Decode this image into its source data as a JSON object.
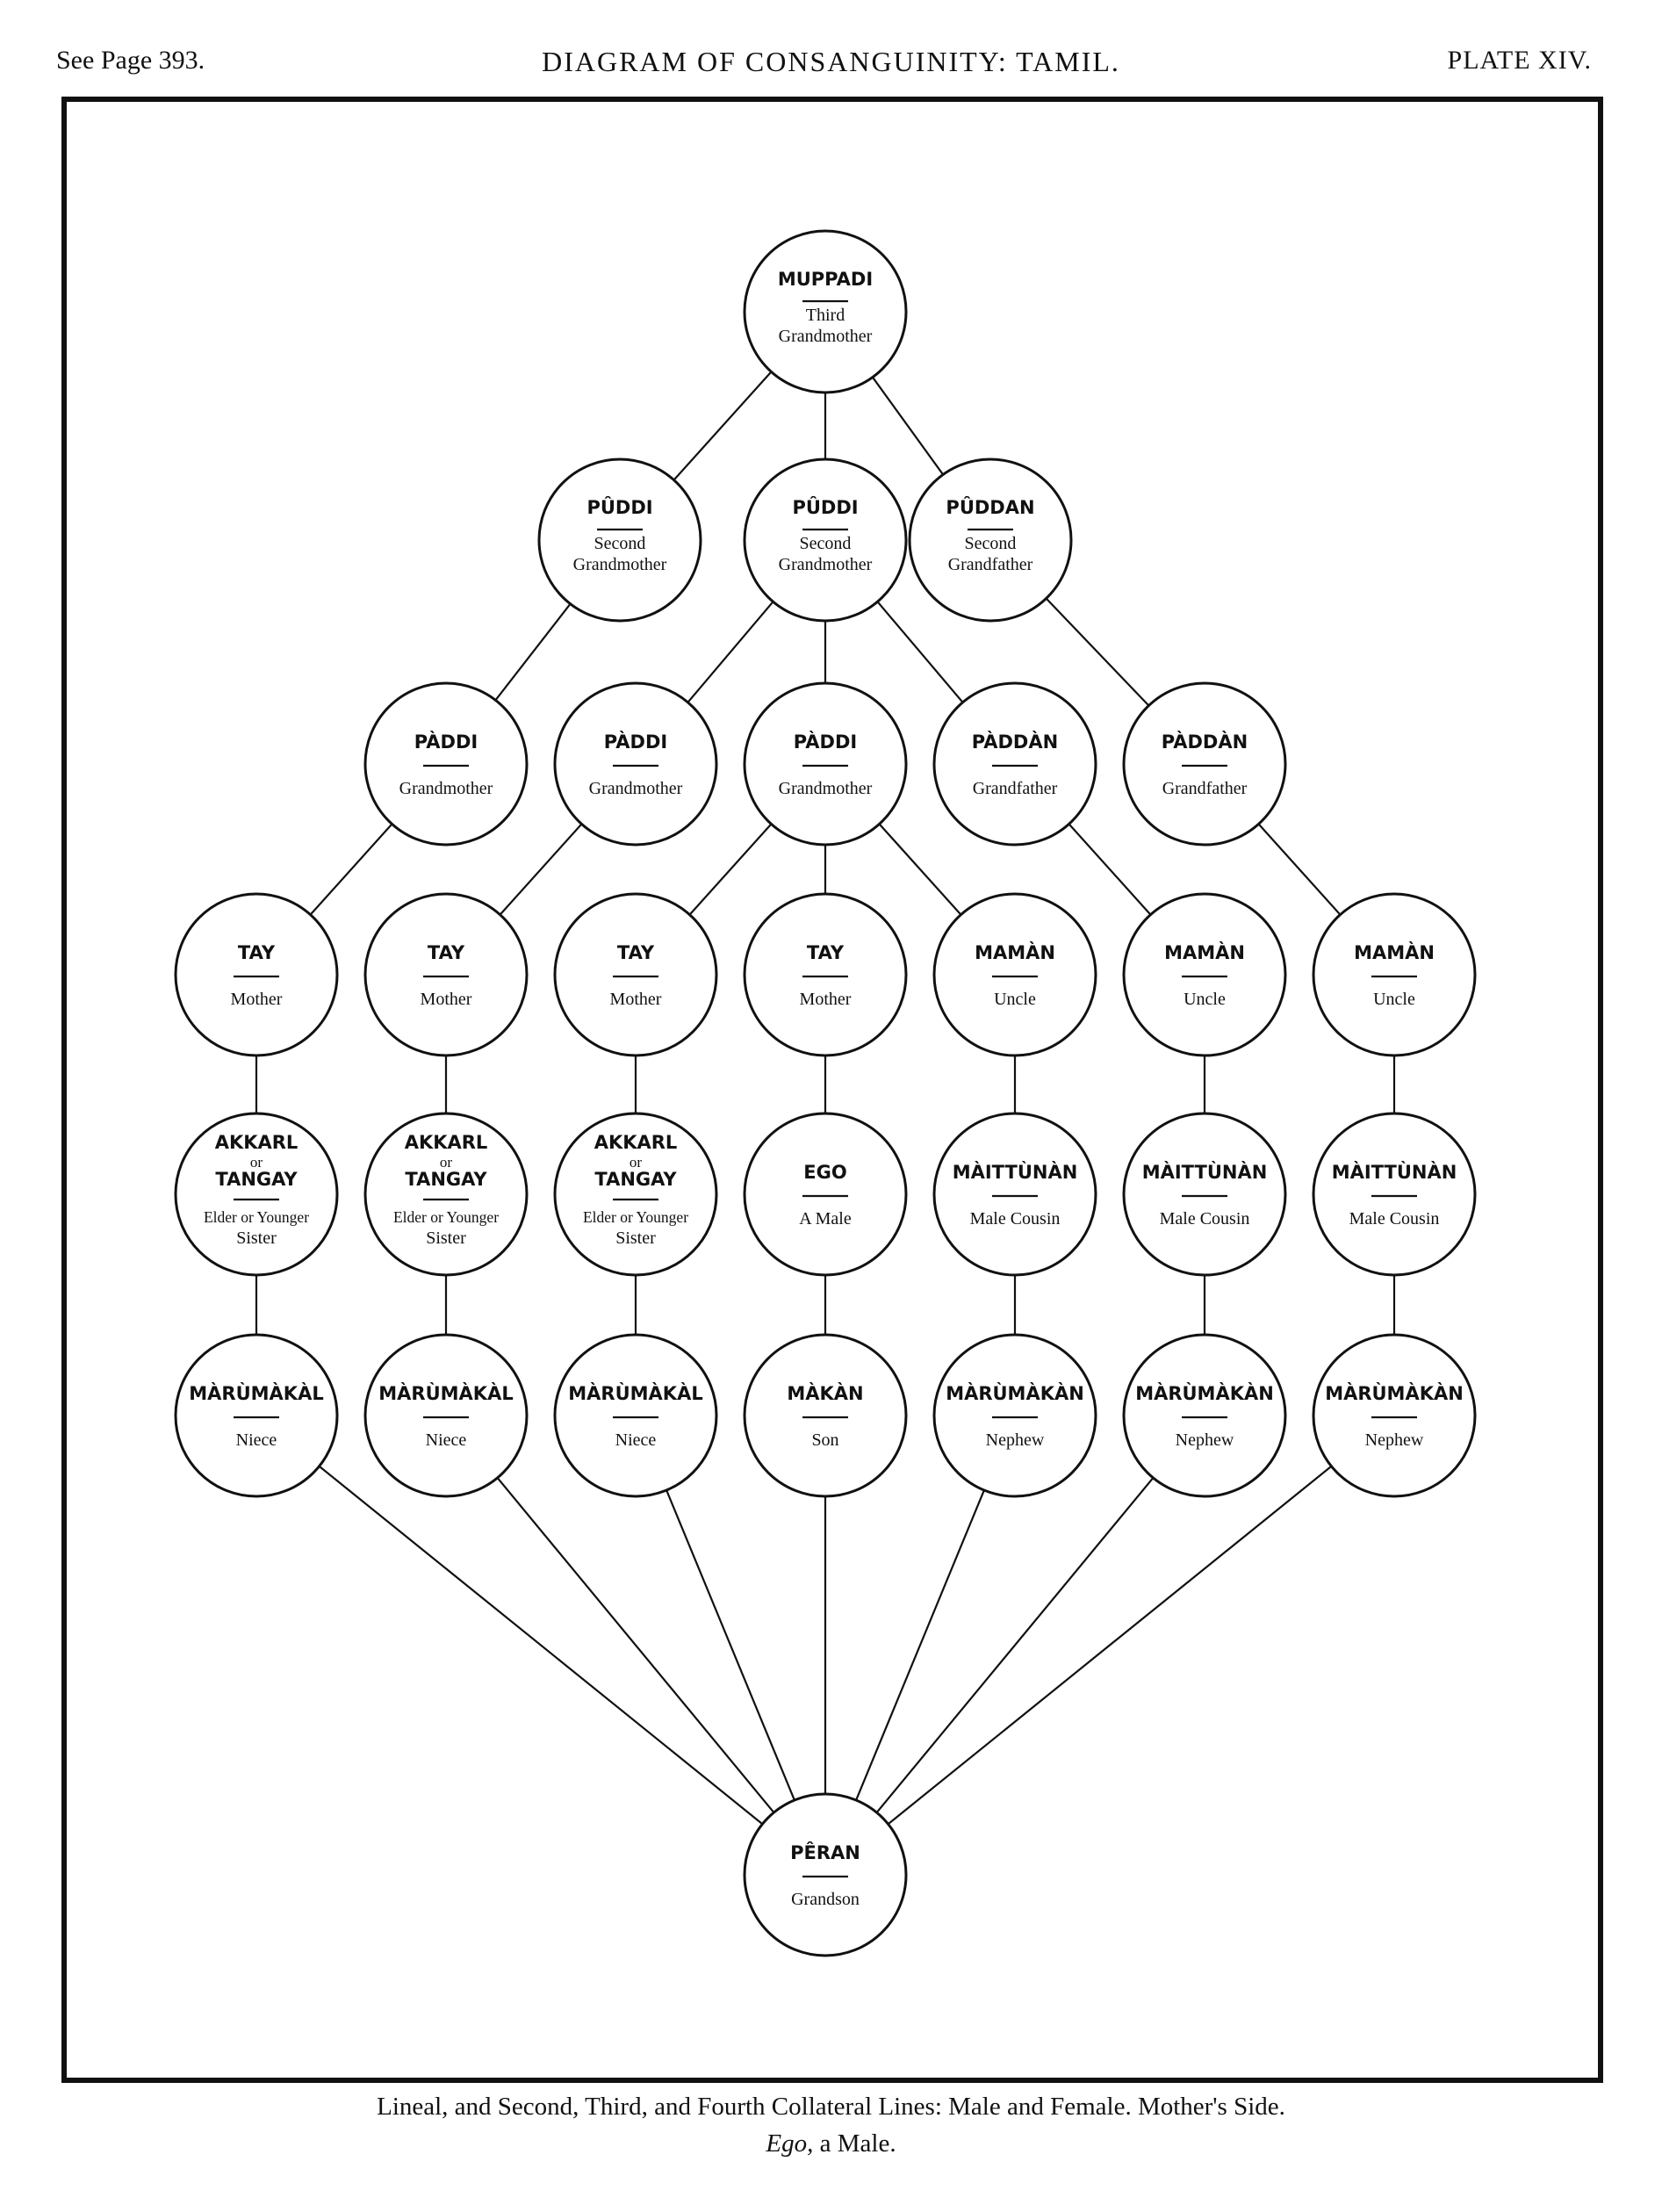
{
  "header": {
    "left": "See Page 393.",
    "center": "DIAGRAM OF CONSANGUINITY: TAMIL.",
    "right": "PLATE XIV."
  },
  "caption": {
    "line1": "Lineal, and Second, Third, and Fourth Collateral Lines: Male and Female.   Mother's Side.",
    "line2_ego": "Ego,",
    "line2_rest": " a Male."
  },
  "nodes": [
    {
      "id": "n1",
      "title": [
        "MUPPADI"
      ],
      "sub": [
        "Third",
        "Grandmother"
      ]
    },
    {
      "id": "n2a",
      "title": [
        "PÛDDI"
      ],
      "sub": [
        "Second",
        "Grandmother"
      ]
    },
    {
      "id": "n2b",
      "title": [
        "PÛDDI"
      ],
      "sub": [
        "Second",
        "Grandmother"
      ]
    },
    {
      "id": "n2c",
      "title": [
        "PÛDDAN"
      ],
      "sub": [
        "Second",
        "Grandfather"
      ]
    },
    {
      "id": "n3a",
      "title": [
        "PÀDDI"
      ],
      "sub": [
        "Grandmother"
      ]
    },
    {
      "id": "n3b",
      "title": [
        "PÀDDI"
      ],
      "sub": [
        "Grandmother"
      ]
    },
    {
      "id": "n3c",
      "title": [
        "PÀDDI"
      ],
      "sub": [
        "Grandmother"
      ]
    },
    {
      "id": "n3d",
      "title": [
        "PÀDDÀN"
      ],
      "sub": [
        "Grandfather"
      ]
    },
    {
      "id": "n3e",
      "title": [
        "PÀDDÀN"
      ],
      "sub": [
        "Grandfather"
      ]
    },
    {
      "id": "n4a",
      "title": [
        "TAY"
      ],
      "sub": [
        "Mother"
      ]
    },
    {
      "id": "n4b",
      "title": [
        "TAY"
      ],
      "sub": [
        "Mother"
      ]
    },
    {
      "id": "n4c",
      "title": [
        "TAY"
      ],
      "sub": [
        "Mother"
      ]
    },
    {
      "id": "n4d",
      "title": [
        "TAY"
      ],
      "sub": [
        "Mother"
      ]
    },
    {
      "id": "n4e",
      "title": [
        "MAMÀN"
      ],
      "sub": [
        "Uncle"
      ]
    },
    {
      "id": "n4f",
      "title": [
        "MAMÀN"
      ],
      "sub": [
        "Uncle"
      ]
    },
    {
      "id": "n4g",
      "title": [
        "MAMÀN"
      ],
      "sub": [
        "Uncle"
      ]
    },
    {
      "id": "n5a",
      "title": [
        "AKKARL",
        "or",
        "TANGAY"
      ],
      "sub": [
        "Elder or Younger",
        "Sister"
      ]
    },
    {
      "id": "n5b",
      "title": [
        "AKKARL",
        "or",
        "TANGAY"
      ],
      "sub": [
        "Elder or Younger",
        "Sister"
      ]
    },
    {
      "id": "n5c",
      "title": [
        "AKKARL",
        "or",
        "TANGAY"
      ],
      "sub": [
        "Elder or Younger",
        "Sister"
      ]
    },
    {
      "id": "n5d",
      "title": [
        "EGO"
      ],
      "sub": [
        "A Male"
      ]
    },
    {
      "id": "n5e",
      "title": [
        "MÀITTÙNÀN"
      ],
      "sub": [
        "Male Cousin"
      ]
    },
    {
      "id": "n5f",
      "title": [
        "MÀITTÙNÀN"
      ],
      "sub": [
        "Male Cousin"
      ]
    },
    {
      "id": "n5g",
      "title": [
        "MÀITTÙNÀN"
      ],
      "sub": [
        "Male Cousin"
      ]
    },
    {
      "id": "n6a",
      "title": [
        "MÀRÙMÀKÀL"
      ],
      "sub": [
        "Niece"
      ]
    },
    {
      "id": "n6b",
      "title": [
        "MÀRÙMÀKÀL"
      ],
      "sub": [
        "Niece"
      ]
    },
    {
      "id": "n6c",
      "title": [
        "MÀRÙMÀKÀL"
      ],
      "sub": [
        "Niece"
      ]
    },
    {
      "id": "n6d",
      "title": [
        "MÀKÀN"
      ],
      "sub": [
        "Son"
      ]
    },
    {
      "id": "n6e",
      "title": [
        "MÀRÙMÀKÀN"
      ],
      "sub": [
        "Nephew"
      ]
    },
    {
      "id": "n6f",
      "title": [
        "MÀRÙMÀKÀN"
      ],
      "sub": [
        "Nephew"
      ]
    },
    {
      "id": "n6g",
      "title": [
        "MÀRÙMÀKÀN"
      ],
      "sub": [
        "Nephew"
      ]
    },
    {
      "id": "n7",
      "title": [
        "PÊRAN"
      ],
      "sub": [
        "Grandson"
      ]
    }
  ],
  "edges": [
    [
      "n1",
      "n2a"
    ],
    [
      "n1",
      "n2b"
    ],
    [
      "n1",
      "n2c"
    ],
    [
      "n2a",
      "n3a"
    ],
    [
      "n2b",
      "n3b"
    ],
    [
      "n2b",
      "n3c"
    ],
    [
      "n2b",
      "n3d"
    ],
    [
      "n2c",
      "n3e"
    ],
    [
      "n3a",
      "n4a"
    ],
    [
      "n3b",
      "n4b"
    ],
    [
      "n3c",
      "n4c"
    ],
    [
      "n3c",
      "n4d"
    ],
    [
      "n3c",
      "n4e"
    ],
    [
      "n3d",
      "n4f"
    ],
    [
      "n3e",
      "n4g"
    ],
    [
      "n4a",
      "n5a"
    ],
    [
      "n4b",
      "n5b"
    ],
    [
      "n4c",
      "n5c"
    ],
    [
      "n4d",
      "n5d"
    ],
    [
      "n4e",
      "n5e"
    ],
    [
      "n4f",
      "n5f"
    ],
    [
      "n4g",
      "n5g"
    ],
    [
      "n5a",
      "n6a"
    ],
    [
      "n5b",
      "n6b"
    ],
    [
      "n5c",
      "n6c"
    ],
    [
      "n5d",
      "n6d"
    ],
    [
      "n5e",
      "n6e"
    ],
    [
      "n5f",
      "n6f"
    ],
    [
      "n5g",
      "n6g"
    ],
    [
      "n6a",
      "n7"
    ],
    [
      "n6b",
      "n7"
    ],
    [
      "n6c",
      "n7"
    ],
    [
      "n6d",
      "n7"
    ],
    [
      "n6e",
      "n7"
    ],
    [
      "n6f",
      "n7"
    ],
    [
      "n6g",
      "n7"
    ]
  ]
}
